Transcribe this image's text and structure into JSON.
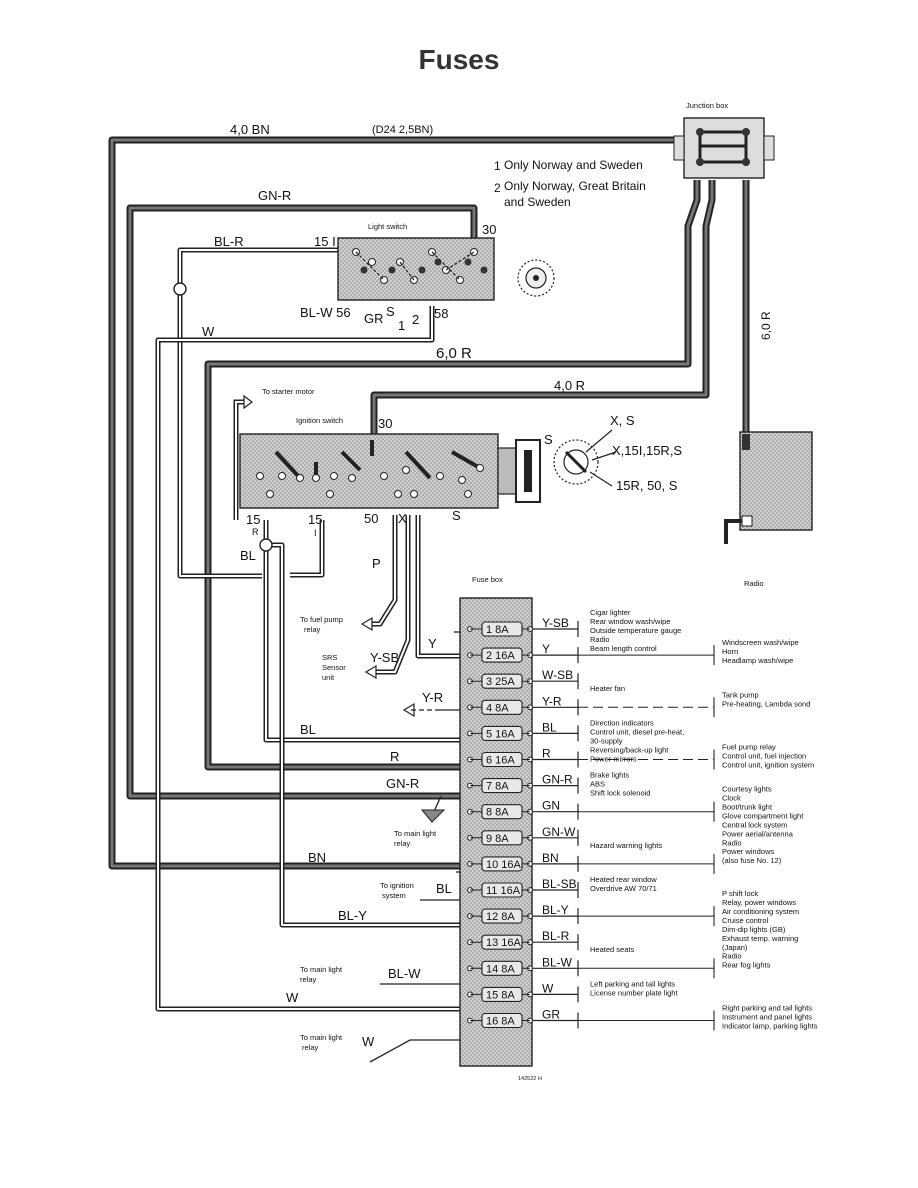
{
  "page": {
    "title": "Fuses",
    "figure_code": "142522 H"
  },
  "notes": {
    "n1_num": "1",
    "n1_text": "Only Norway and Sweden",
    "n2_num": "2",
    "n2_line1": "Only Norway, Great Britain",
    "n2_line2": "and Sweden"
  },
  "components": {
    "junction_box": "Junction box",
    "light_switch": "Light switch",
    "ignition_switch": "Ignition switch",
    "fuse_box": "Fuse box",
    "radio": "Radio",
    "starter": "To starter motor",
    "fuel_pump_relay_1": "To fuel pump",
    "fuel_pump_relay_2": "relay",
    "srs_1": "SRS",
    "srs_2": "Sensor",
    "srs_3": "unit",
    "main_light_a_1": "To main light",
    "main_light_a_2": "relay",
    "ign_sys_1": "To ignition",
    "ign_sys_2": "system",
    "main_light_b_1": "To main light",
    "main_light_b_2": "relay",
    "main_light_c_1": "To main light",
    "main_light_c_2": "relay"
  },
  "wires": {
    "bn40": "4,0 BN",
    "d24": "(D24  2,5BN)",
    "gnr_top": "GN-R",
    "blr": "BL-R",
    "t15i": "15 I",
    "t30a": "30",
    "blw56": "BL-W  56",
    "gr": "GR",
    "s_lbl": "S",
    "one": "1",
    "two": "2",
    "t58": "58",
    "w_top": "W",
    "r60": "6,0 R",
    "r60v": "6,0 R",
    "r40": "4,0 R",
    "t30b": "30",
    "xs": "X, S",
    "xs2": "S",
    "x15": "X,15I,15R,S",
    "r15": "15R, 50, S",
    "t15r": "15",
    "t15r_sub": "R",
    "t15i2": "15",
    "t15i2_sub": "I",
    "t50": "50",
    "tx": "X",
    "ts": "S",
    "bl_left": "BL",
    "p": "P",
    "y": "Y",
    "ysb": "Y-SB",
    "yr": "Y-R",
    "bl2": "BL",
    "r2": "R",
    "gnr2": "GN-R",
    "bn2": "BN",
    "bl3": "BL",
    "bly": "BL-Y",
    "blw2": "BL-W",
    "w2": "W",
    "w3": "W"
  },
  "fuses": [
    {
      "label": "1  8A",
      "wire_out": "Y-SB"
    },
    {
      "label": "2 16A",
      "wire_out": "Y"
    },
    {
      "label": "3 25A",
      "wire_out": "W-SB"
    },
    {
      "label": "4  8A",
      "wire_out": "Y-R"
    },
    {
      "label": "5 16A",
      "wire_out": "BL"
    },
    {
      "label": "6 16A",
      "wire_out": "R"
    },
    {
      "label": "7  8A",
      "wire_out": "GN-R"
    },
    {
      "label": "8  8A",
      "wire_out": "GN"
    },
    {
      "label": "9  8A",
      "wire_out": "GN-W"
    },
    {
      "label": "10 16A",
      "wire_out": "BN"
    },
    {
      "label": "11 16A",
      "wire_out": "BL-SB"
    },
    {
      "label": "12  8A",
      "wire_out": "BL-Y"
    },
    {
      "label": "13 16A",
      "wire_out": "BL-R"
    },
    {
      "label": "14  8A",
      "wire_out": "BL-W"
    },
    {
      "label": "15  8A",
      "wire_out": "W"
    },
    {
      "label": "16  8A",
      "wire_out": "GR"
    }
  ],
  "consumers_near": {
    "f1": [
      "Cigar lighter",
      "Rear window wash/wipe",
      "Outside temperature gauge",
      "Radio",
      "Beam length control"
    ],
    "f3": [
      "Heater fan"
    ],
    "f5": [
      "Direction indicators",
      "Control unit, diesel pre-heat,",
      "30-supply",
      "Reversing/back-up light",
      "Power mirrors"
    ],
    "f7": [
      "Brake lights",
      "ABS",
      "Shift lock solenoid"
    ],
    "f9": [
      "Hazard warning lights"
    ],
    "f11": [
      "Heated rear window",
      "Overdrive AW 70/71"
    ],
    "f13": [
      "Heated seats"
    ],
    "f15": [
      "Left parking and tail lights",
      "License number plate light"
    ]
  },
  "consumers_far": {
    "f2": [
      "Windscreen wash/wipe",
      "Horn",
      "Headlamp wash/wipe"
    ],
    "f4": [
      "Tank pump",
      "Pre-heating, Lambda sond"
    ],
    "f6": [
      "Fuel pump relay",
      "Control unit, fuel injection",
      "Control unit, ignition system"
    ],
    "f8": [
      "Courtesy lights",
      "Clock",
      "Boot/trunk light",
      "Glove compartment light",
      "Central lock system",
      "Power aerial/antenna",
      "Radio"
    ],
    "f10": [
      "Power windows",
      "(also fuse No. 12)"
    ],
    "f12": [
      "P shift lock",
      "Relay, power windows",
      "Air conditioning system",
      "Cruise control",
      "Dim-dip lights (GB)",
      "Exhaust temp. warning",
      "(Japan)"
    ],
    "f14": [
      "Radio",
      "Rear fog lights"
    ],
    "f16": [
      "Right parking and tail lights",
      "Instrument and panel lights",
      "Indicator lamp, parking lights"
    ]
  },
  "colors": {
    "ink": "#222222",
    "wire_fill": "#666666",
    "box_fill": "#bdbdbd"
  }
}
